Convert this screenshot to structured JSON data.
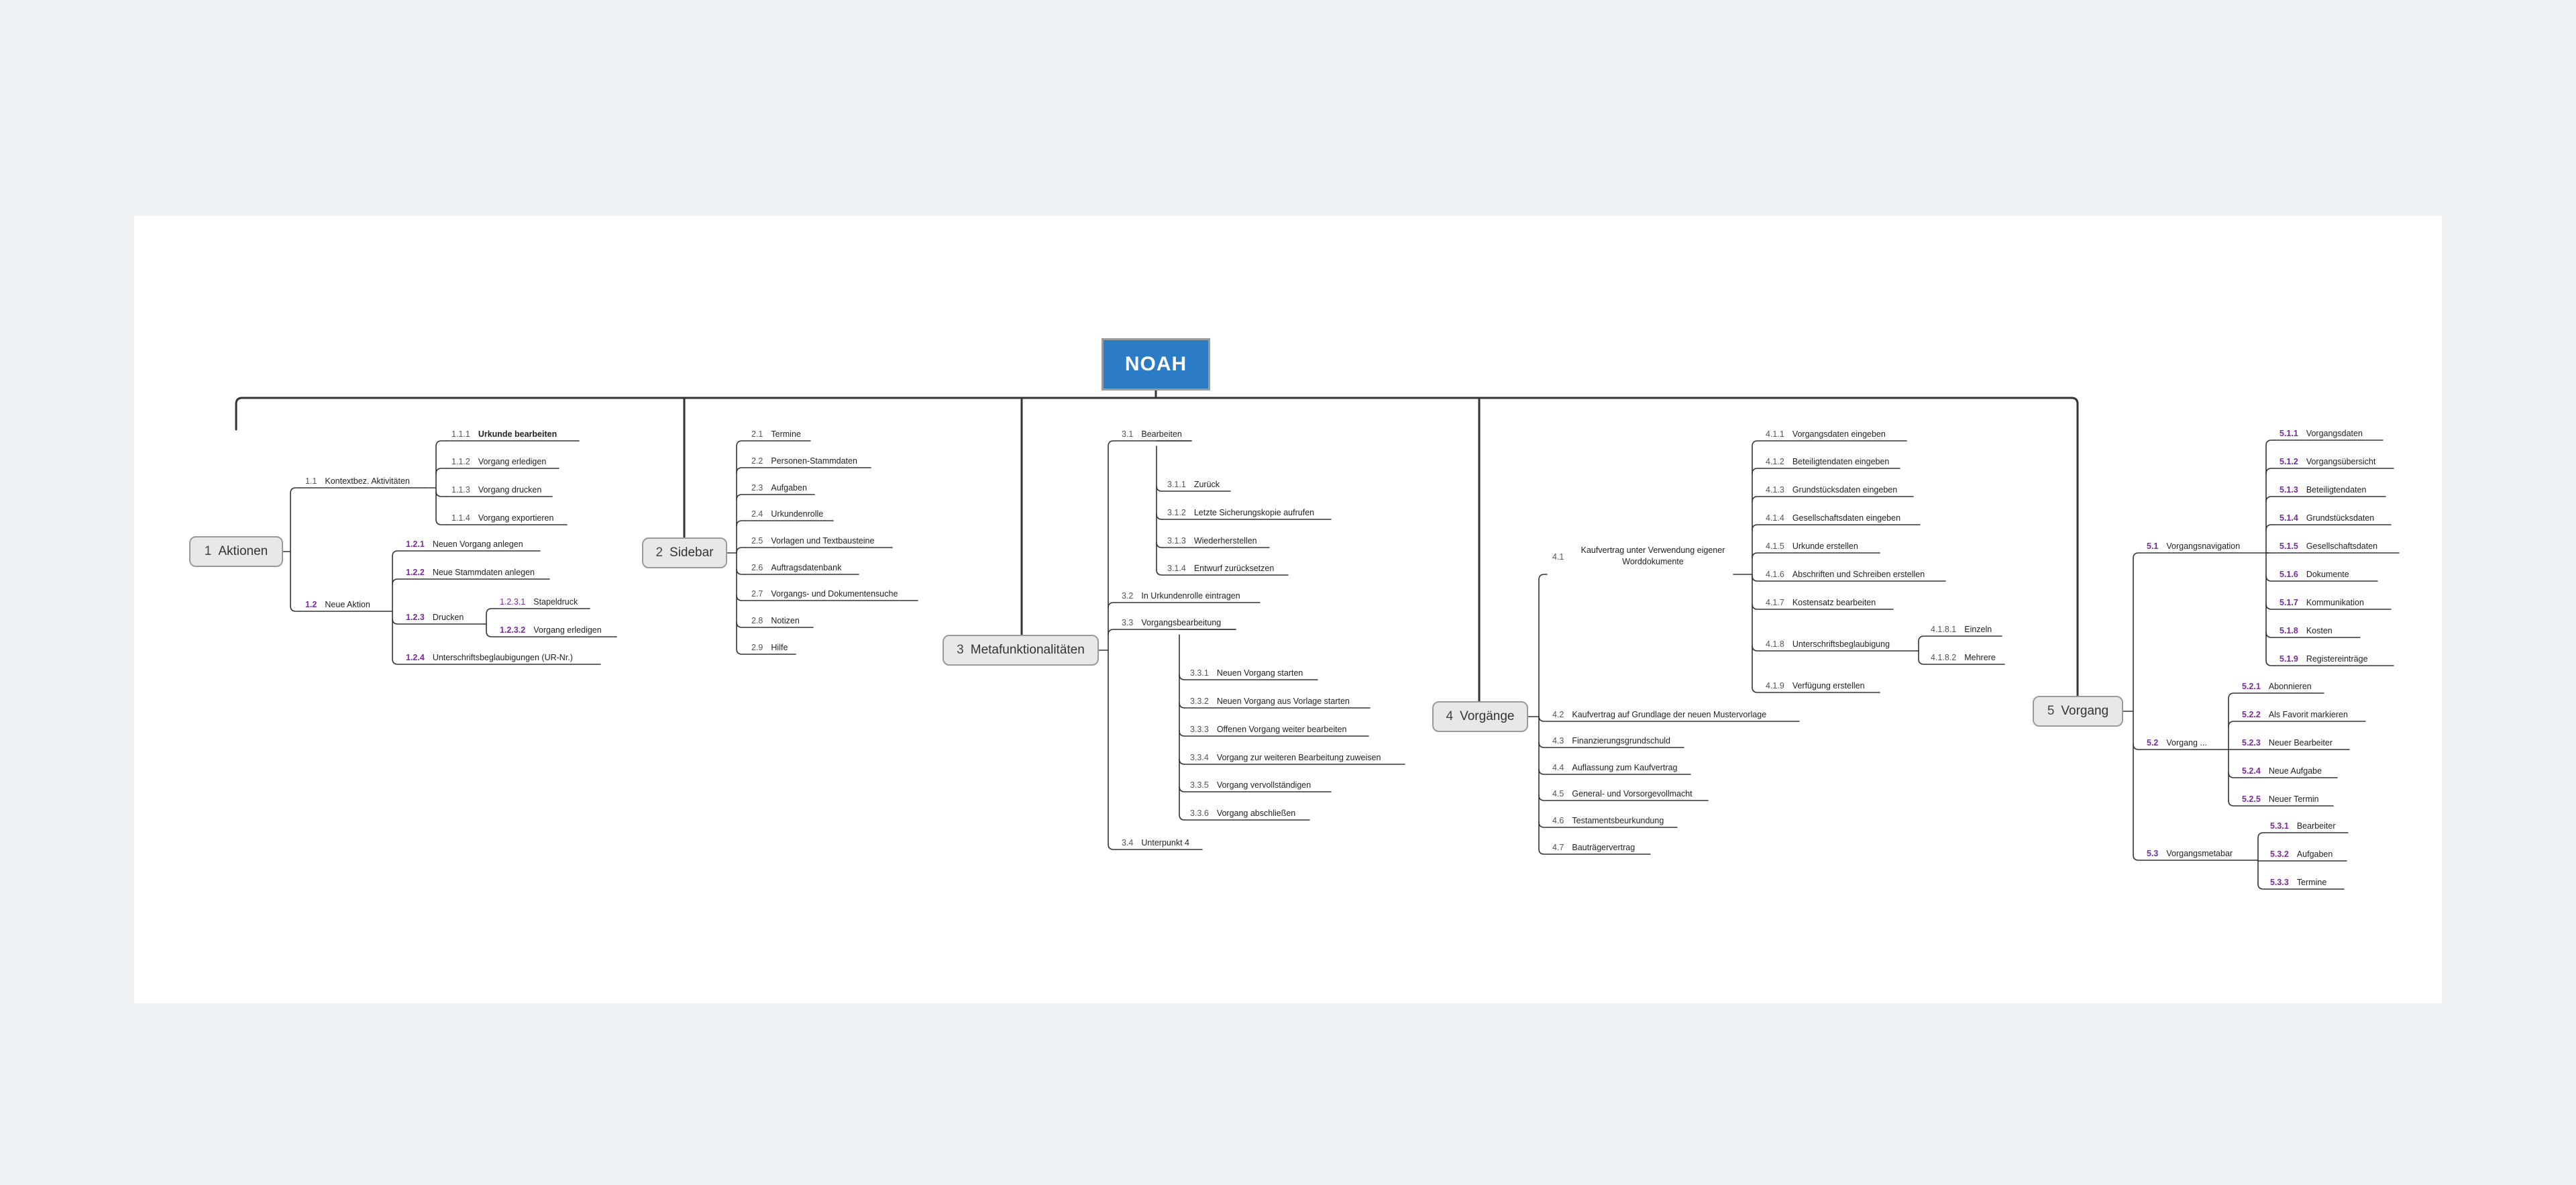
{
  "root": {
    "title": "NOAH"
  },
  "colors": {
    "root": "#2b7cc4",
    "line": "#333333",
    "accent": "#7a2a9e",
    "topic_bg": "#e8e8e8"
  },
  "branches": [
    {
      "num": "1",
      "label": "Aktionen"
    },
    {
      "num": "2",
      "label": "Sidebar"
    },
    {
      "num": "3",
      "label": "Metafunktionalitäten"
    },
    {
      "num": "4",
      "label": "Vorgänge"
    },
    {
      "num": "5",
      "label": "Vorgang"
    }
  ],
  "items": [
    {
      "num": "1.1",
      "text": "Kontextbez. Aktivitäten"
    },
    {
      "num": "1.1.1",
      "text": "Urkunde bearbeiten"
    },
    {
      "num": "1.1.2",
      "text": "Vorgang erledigen"
    },
    {
      "num": "1.1.3",
      "text": "Vorgang drucken"
    },
    {
      "num": "1.1.4",
      "text": "Vorgang exportieren"
    },
    {
      "num": "1.2",
      "text": "Neue Aktion"
    },
    {
      "num": "1.2.1",
      "text": "Neuen Vorgang anlegen"
    },
    {
      "num": "1.2.2",
      "text": "Neue Stammdaten anlegen"
    },
    {
      "num": "1.2.3",
      "text": "Drucken"
    },
    {
      "num": "1.2.3.1",
      "text": "Stapeldruck"
    },
    {
      "num": "1.2.3.2",
      "text": "Vorgang erledigen"
    },
    {
      "num": "1.2.4",
      "text": "Unterschriftsbeglaubigungen (UR-Nr.)"
    },
    {
      "num": "2.1",
      "text": "Termine"
    },
    {
      "num": "2.2",
      "text": "Personen-Stammdaten"
    },
    {
      "num": "2.3",
      "text": "Aufgaben"
    },
    {
      "num": "2.4",
      "text": "Urkundenrolle"
    },
    {
      "num": "2.5",
      "text": "Vorlagen und Textbausteine"
    },
    {
      "num": "2.6",
      "text": "Auftragsdatenbank"
    },
    {
      "num": "2.7",
      "text": "Vorgangs- und Dokumentensuche"
    },
    {
      "num": "2.8",
      "text": "Notizen"
    },
    {
      "num": "2.9",
      "text": "Hilfe"
    },
    {
      "num": "3.1",
      "text": "Bearbeiten"
    },
    {
      "num": "3.1.1",
      "text": "Zurück"
    },
    {
      "num": "3.1.2",
      "text": "Letzte Sicherungskopie aufrufen"
    },
    {
      "num": "3.1.3",
      "text": "Wiederherstellen"
    },
    {
      "num": "3.1.4",
      "text": "Entwurf zurücksetzen"
    },
    {
      "num": "3.2",
      "text": "In Urkundenrolle eintragen"
    },
    {
      "num": "3.3",
      "text": "Vorgangsbearbeitung"
    },
    {
      "num": "3.3.1",
      "text": "Neuen Vorgang starten"
    },
    {
      "num": "3.3.2",
      "text": "Neuen Vorgang aus Vorlage starten"
    },
    {
      "num": "3.3.3",
      "text": "Offenen Vorgang weiter bearbeiten"
    },
    {
      "num": "3.3.4",
      "text": "Vorgang zur weiteren Bearbeitung zuweisen"
    },
    {
      "num": "3.3.5",
      "text": "Vorgang vervollständigen"
    },
    {
      "num": "3.3.6",
      "text": "Vorgang abschließen"
    },
    {
      "num": "3.4",
      "text": "Unterpunkt 4"
    },
    {
      "num": "4.1",
      "text": "Kaufvertrag unter Verwendung eigener Worddokumente"
    },
    {
      "num": "4.1.1",
      "text": "Vorgangsdaten eingeben"
    },
    {
      "num": "4.1.2",
      "text": "Beteiligtendaten eingeben"
    },
    {
      "num": "4.1.3",
      "text": "Grundstücksdaten eingeben"
    },
    {
      "num": "4.1.4",
      "text": "Gesellschaftsdaten eingeben"
    },
    {
      "num": "4.1.5",
      "text": "Urkunde erstellen"
    },
    {
      "num": "4.1.6",
      "text": "Abschriften und Schreiben erstellen"
    },
    {
      "num": "4.1.7",
      "text": "Kostensatz bearbeiten"
    },
    {
      "num": "4.1.8",
      "text": "Unterschriftsbeglaubigung"
    },
    {
      "num": "4.1.8.1",
      "text": "Einzeln"
    },
    {
      "num": "4.1.8.2",
      "text": "Mehrere"
    },
    {
      "num": "4.1.9",
      "text": "Verfügung erstellen"
    },
    {
      "num": "4.2",
      "text": "Kaufvertrag auf Grundlage der neuen Mustervorlage"
    },
    {
      "num": "4.3",
      "text": "Finanzierungsgrundschuld"
    },
    {
      "num": "4.4",
      "text": "Auflassung zum Kaufvertrag"
    },
    {
      "num": "4.5",
      "text": "General- und Vorsorgevollmacht"
    },
    {
      "num": "4.6",
      "text": "Testamentsbeurkundung"
    },
    {
      "num": "4.7",
      "text": "Bauträgervertrag"
    },
    {
      "num": "5.1",
      "text": "Vorgangsnavigation"
    },
    {
      "num": "5.1.1",
      "text": "Vorgangsdaten"
    },
    {
      "num": "5.1.2",
      "text": "Vorgangsübersicht"
    },
    {
      "num": "5.1.3",
      "text": "Beteiligtendaten"
    },
    {
      "num": "5.1.4",
      "text": "Grundstücksdaten"
    },
    {
      "num": "5.1.5",
      "text": "Gesellschaftsdaten"
    },
    {
      "num": "5.1.6",
      "text": "Dokumente"
    },
    {
      "num": "5.1.7",
      "text": "Kommunikation"
    },
    {
      "num": "5.1.8",
      "text": "Kosten"
    },
    {
      "num": "5.1.9",
      "text": "Registereinträge"
    },
    {
      "num": "5.2",
      "text": "Vorgang ..."
    },
    {
      "num": "5.2.1",
      "text": "Abonnieren"
    },
    {
      "num": "5.2.2",
      "text": "Als Favorit markieren"
    },
    {
      "num": "5.2.3",
      "text": "Neuer Bearbeiter"
    },
    {
      "num": "5.2.4",
      "text": "Neue Aufgabe"
    },
    {
      "num": "5.2.5",
      "text": "Neuer Termin"
    },
    {
      "num": "5.3",
      "text": "Vorgangsmetabar"
    },
    {
      "num": "5.3.1",
      "text": "Bearbeiter"
    },
    {
      "num": "5.3.2",
      "text": "Aufgaben"
    },
    {
      "num": "5.3.3",
      "text": "Termine"
    }
  ]
}
